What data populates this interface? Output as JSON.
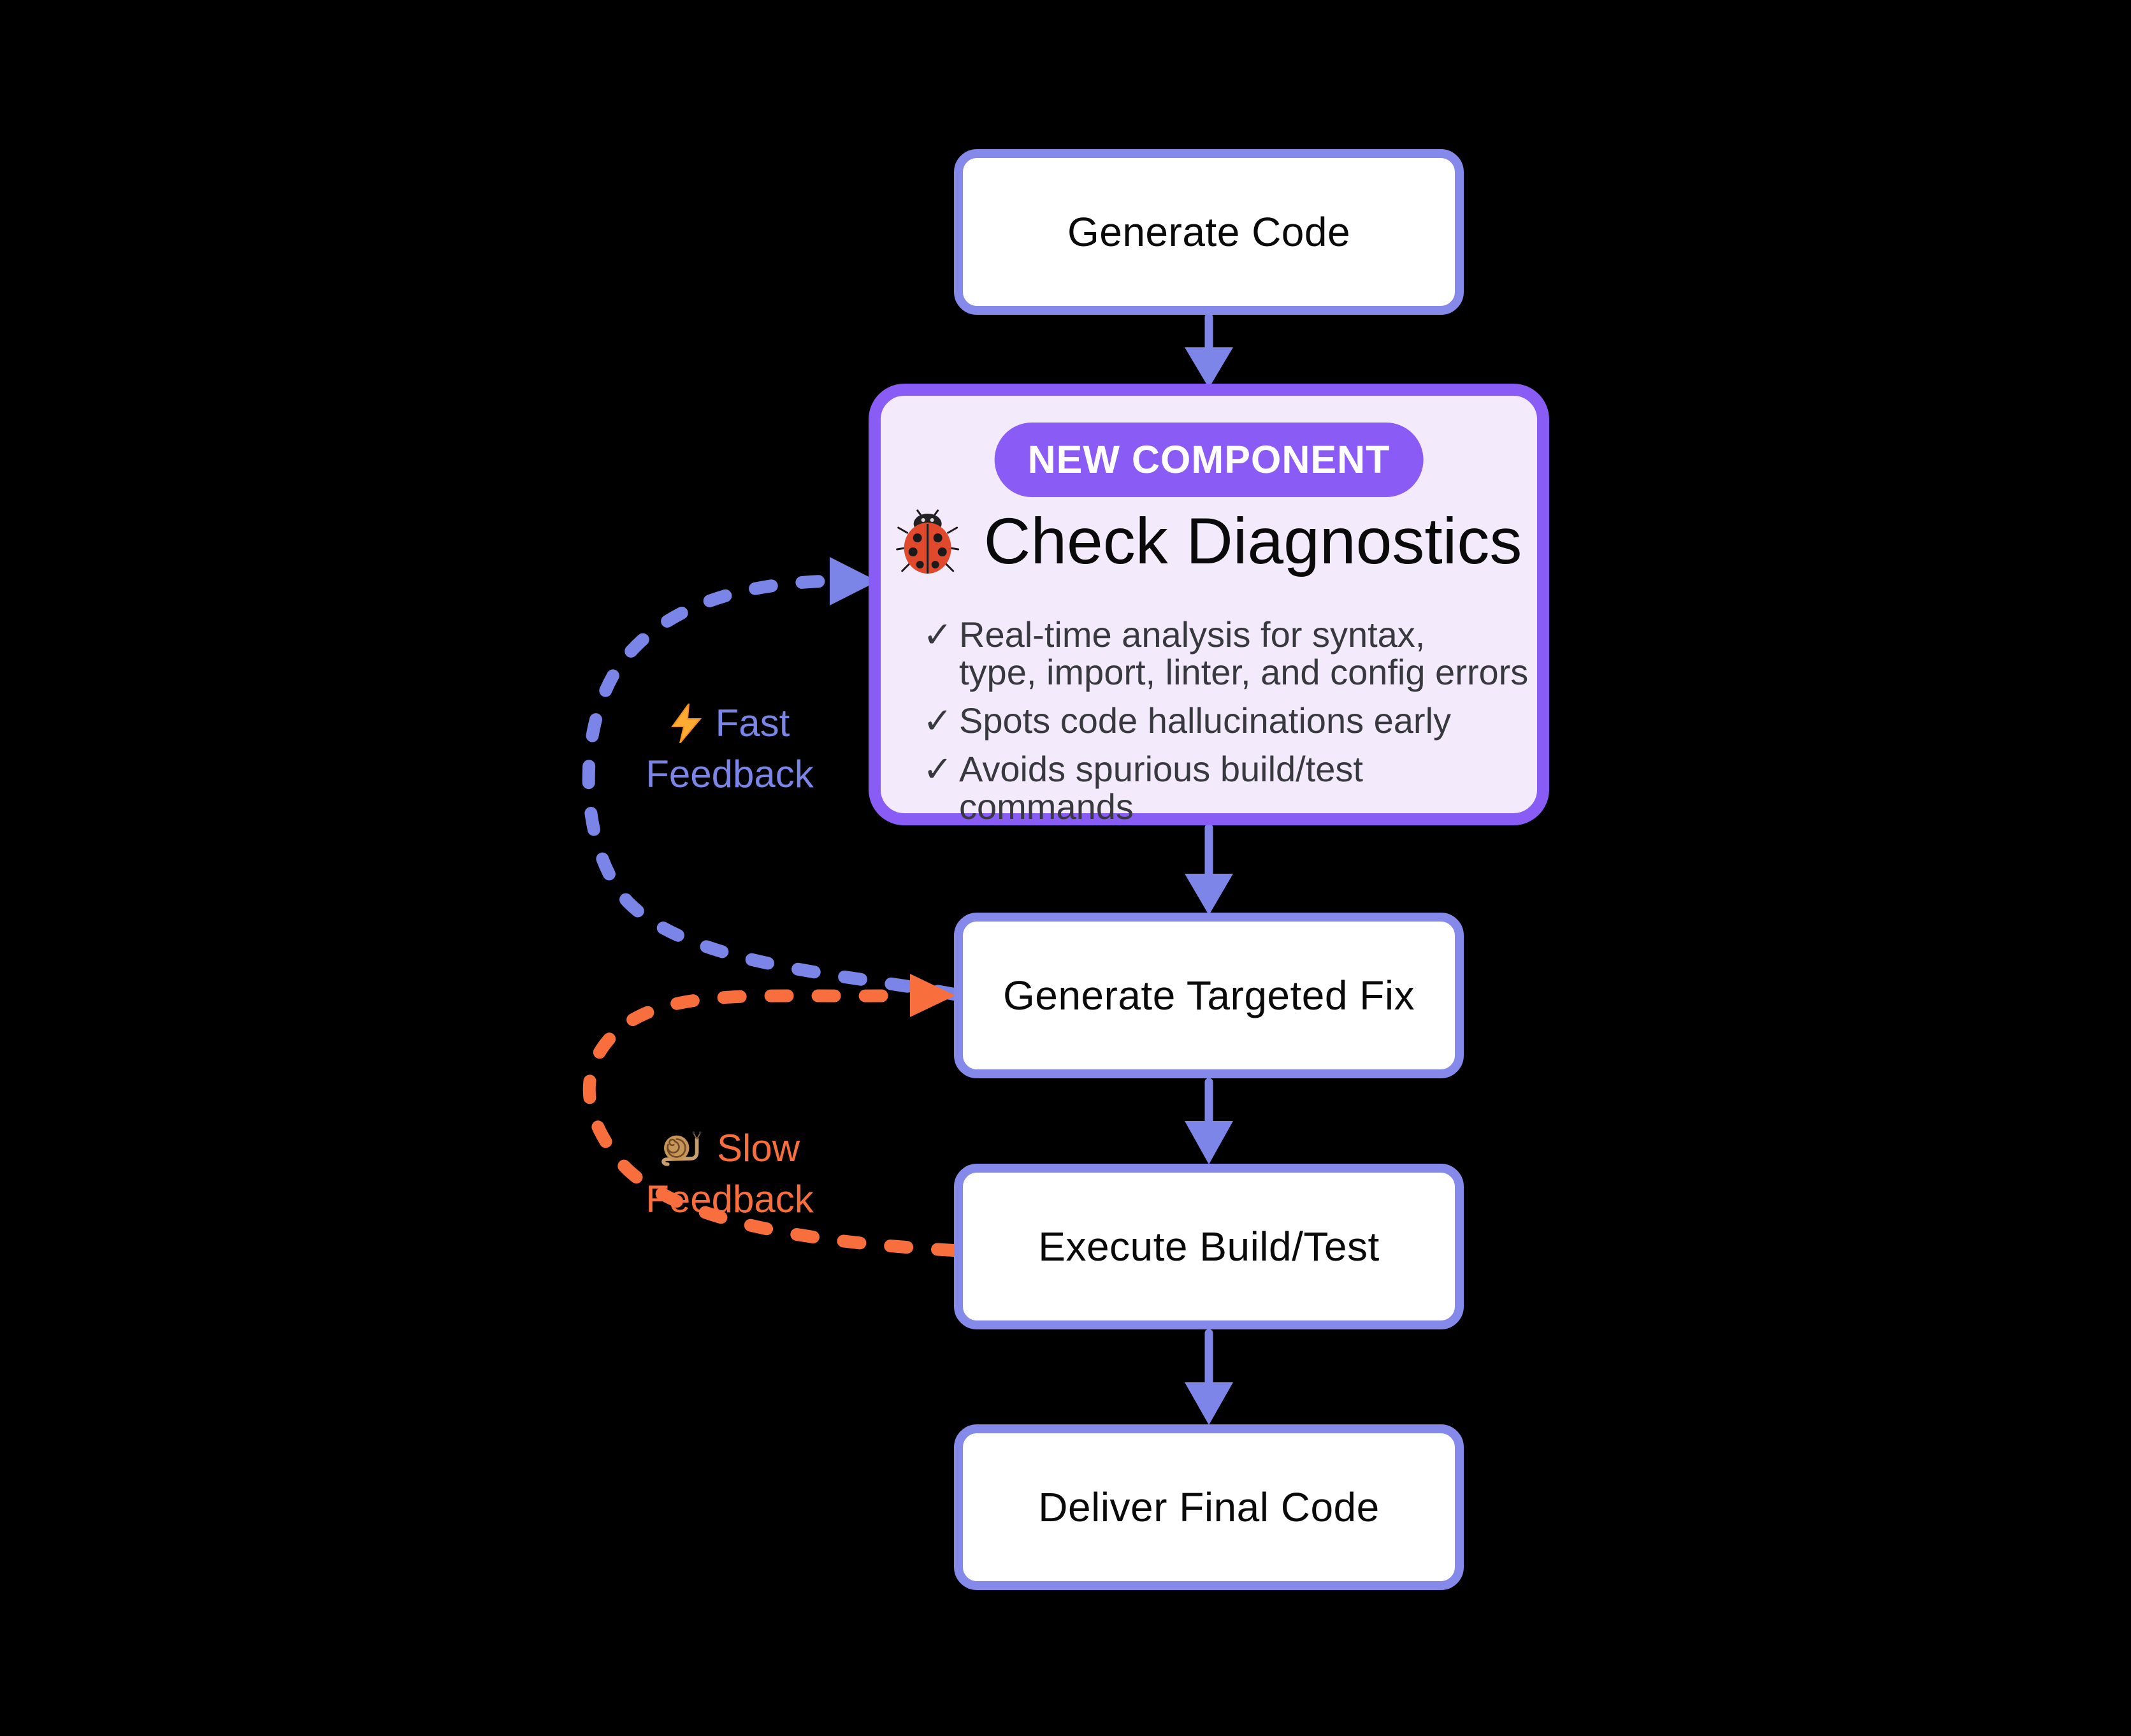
{
  "flow": {
    "node_generate_code": {
      "label": "Generate Code"
    },
    "node_check_diagnostics": {
      "badge": "NEW COMPONENT",
      "icon": "ladybug-icon",
      "title": "Check Diagnostics",
      "check_glyph": "✓",
      "bullets": [
        {
          "line1": "Real-time analysis for syntax,",
          "line2": "type, import, linter, and config errors"
        },
        {
          "line1": "Spots code hallucinations early"
        },
        {
          "line1": "Avoids spurious build/test commands"
        }
      ]
    },
    "node_generate_targeted_fix": {
      "label": "Generate Targeted Fix"
    },
    "node_execute_build_test": {
      "label": "Execute Build/Test"
    },
    "node_deliver_final_code": {
      "label": "Deliver Final Code"
    },
    "fast_feedback": {
      "icon": "lightning-icon",
      "line1": "Fast",
      "line2": "Feedback"
    },
    "slow_feedback": {
      "icon": "snail-icon",
      "line1": "Slow",
      "line2": "Feedback"
    },
    "colors": {
      "background": "#000000",
      "node_border": "#8489ea",
      "node_fill": "#ffffff",
      "node_text": "#0a0a0a",
      "highlight_border": "#8a5cf6",
      "highlight_fill": "#f3eafb",
      "badge_fill": "#8b5bf5",
      "badge_text": "#ffffff",
      "bullet_text": "#38383f",
      "arrow": "#7d85e8",
      "fast_loop": "#7b85e8",
      "slow_loop": "#f96e3d"
    }
  }
}
